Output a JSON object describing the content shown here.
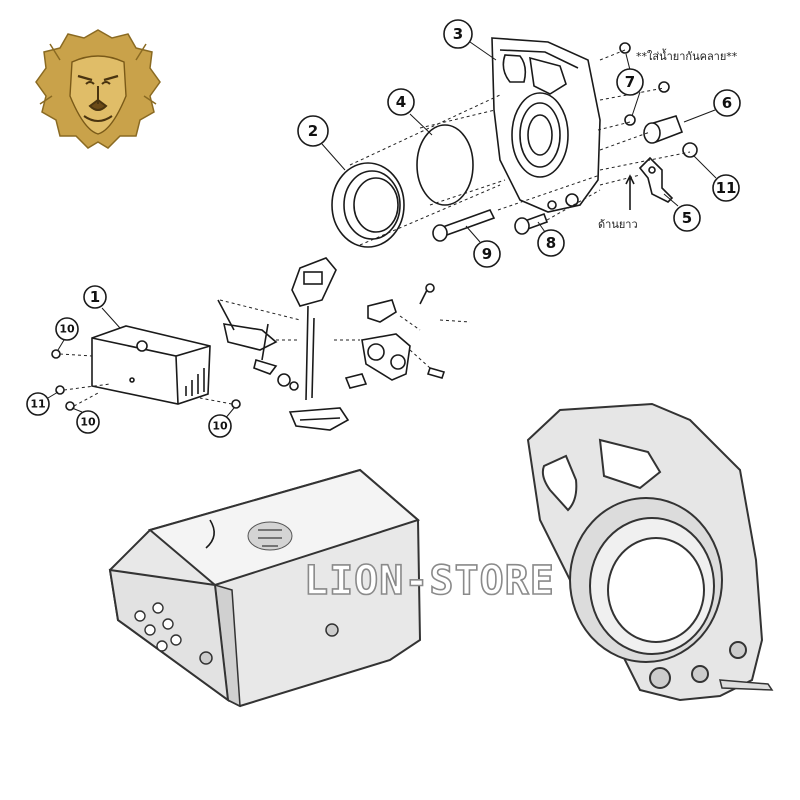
{
  "logo": {
    "icon": "lion-head-icon",
    "color": "#c9a24a"
  },
  "watermark": {
    "text": "LION-STORE"
  },
  "notes": {
    "thread_lock": "**ใส่น้ำยากันคลาย**",
    "long_side": "ด้านยาว"
  },
  "callouts": {
    "c1": "1",
    "c2": "2",
    "c3": "3",
    "c4": "4",
    "c5": "5",
    "c6": "6",
    "c7": "7",
    "c8": "8",
    "c9": "9",
    "c10a": "10",
    "c10b": "10",
    "c10c": "10",
    "c11a": "11",
    "c11b": "11"
  },
  "colors": {
    "line": "#1a1a1a",
    "photo_metal": "#d9d9d9"
  }
}
